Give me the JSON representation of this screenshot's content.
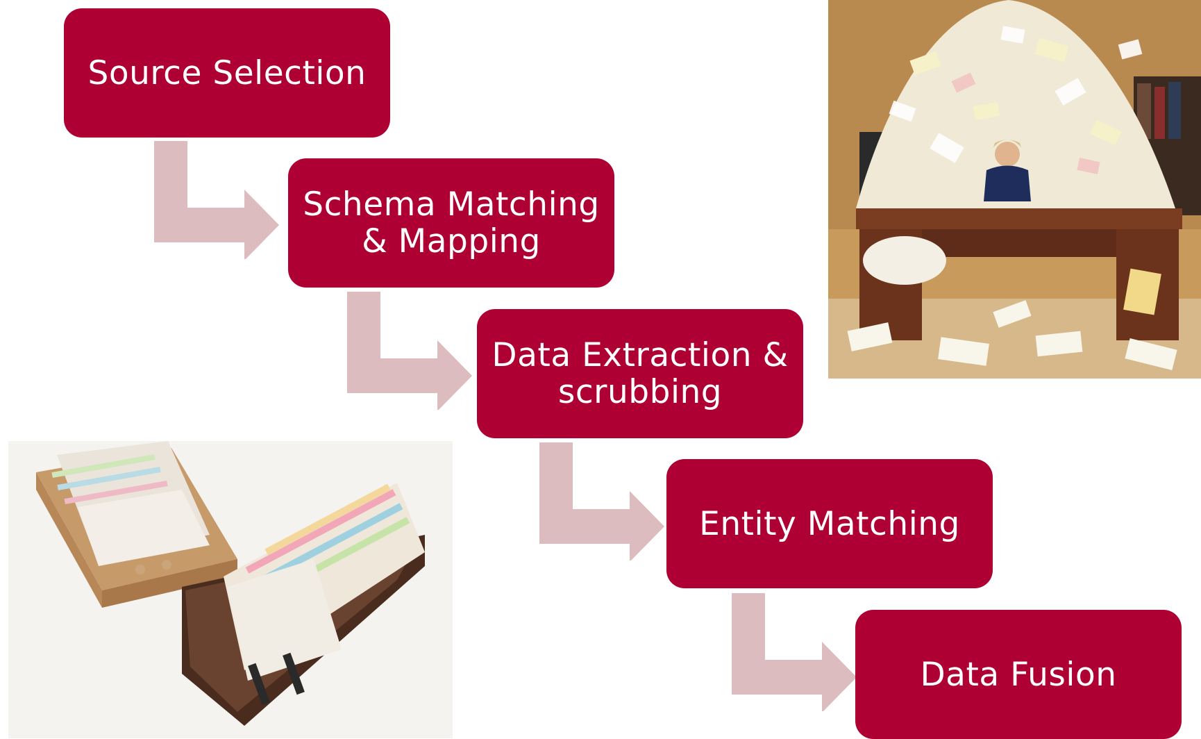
{
  "colors": {
    "step_fill": "#ae0032",
    "step_text": "#ffffff",
    "arrow_fill": "#dcbcbf",
    "background": "#ffffff"
  },
  "steps": [
    {
      "label": "Source Selection"
    },
    {
      "label": "Schema Matching\n& Mapping"
    },
    {
      "label": "Data Extraction &\nscrubbing"
    },
    {
      "label": "Entity Matching"
    },
    {
      "label": "Data Fusion"
    }
  ],
  "images": {
    "top_right": "paper-pile-desk-photo",
    "bottom_left": "index-card-file-boxes-photo"
  }
}
